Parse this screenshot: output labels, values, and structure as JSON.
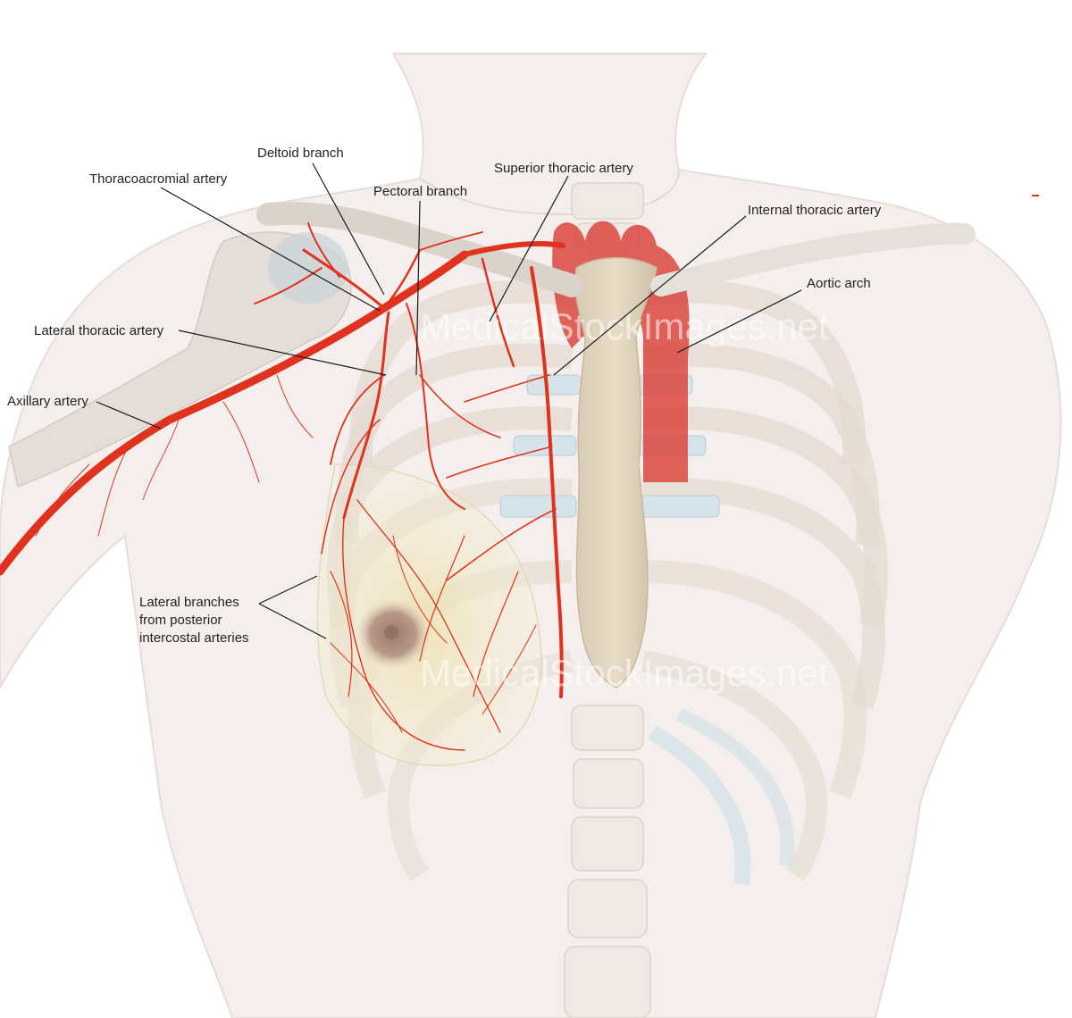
{
  "labels": {
    "deltoid_branch": "Deltoid branch",
    "thoracoacromial_artery": "Thoracoacromial artery",
    "pectoral_branch": "Pectoral branch",
    "superior_thoracic_artery": "Superior thoracic artery",
    "internal_thoracic_artery": "Internal thoracic artery",
    "aortic_arch": "Aortic arch",
    "lateral_thoracic_artery": "Lateral thoracic artery",
    "axillary_artery": "Axillary artery",
    "lateral_branches_line1": "Lateral branches",
    "lateral_branches_line2": "from posterior",
    "lateral_branches_line3": "intercostal arteries"
  },
  "watermark": "MedicalStockImages.net",
  "colors": {
    "artery": "#e0331f",
    "aorta": "#d9473f",
    "bone": "#efe9e4",
    "skin": "#f2ece8",
    "cartilage": "#d6e3ea",
    "breast_tissue": "#efe4b8"
  }
}
